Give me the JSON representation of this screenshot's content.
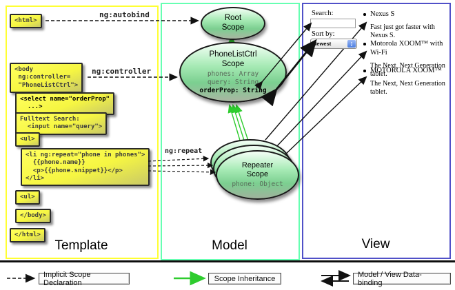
{
  "columns": {
    "template": {
      "label": "Template"
    },
    "model": {
      "label": "Model"
    },
    "view": {
      "label": "View"
    }
  },
  "tpl": {
    "html_open": "<html>",
    "body_open": "<body\n ng:controller=\n \"PhoneListCtrl\">",
    "select": "<select name=\"orderProp\"\n  ...>",
    "fulltext": "Fulltext Search:\n  <input name=\"query\">",
    "ul_open": "<ul>",
    "li_repeat": "<li ng:repeat=\"phone in phones\">\n  {{phone.name}}\n  <p>{{phone.snippet}}</p>\n</li>",
    "ul_close": "<ul>",
    "body_close": "</body>",
    "html_close": "</html>"
  },
  "labels": {
    "autobind": "ng:autobind",
    "controller": "ng:controller",
    "repeat": "ng:repeat"
  },
  "scopes": {
    "root": {
      "title": "Root\nScope"
    },
    "phonelist": {
      "title": "PhoneListCtrl\nScope",
      "props": "phones: Array\nquery: String",
      "bold_prop": "orderProp: String"
    },
    "repeater": {
      "title": "Repeater\nScope",
      "prop": "phone: Object"
    }
  },
  "view": {
    "search_label": "Search:",
    "search_value": "",
    "sort_label": "Sort by:",
    "sort_value": "Newest",
    "items": [
      {
        "title": "Nexus S",
        "desc": "Fast just got faster with Nexus S."
      },
      {
        "title": "Motorola XOOM™ with Wi-Fi",
        "desc": "The Next, Next Generation tablet."
      },
      {
        "title": "MOTOROLA XOOM™",
        "desc": "The Next, Next Generation tablet."
      }
    ]
  },
  "legend": {
    "items": [
      {
        "label": "Implicit Scope Declaration",
        "arrow": "dashed-black"
      },
      {
        "label": "Scope Inheritance",
        "arrow": "solid-green"
      },
      {
        "label": "Model / View Data-binding",
        "arrow": "double-black"
      }
    ]
  },
  "colors": {
    "template_border": "#ffff33",
    "model_border": "#66ffb2",
    "view_border": "#5050c8",
    "inheritance_green": "#2ecc2e",
    "arrow_black": "#111111",
    "codebox_yellow": "#f6f642"
  }
}
